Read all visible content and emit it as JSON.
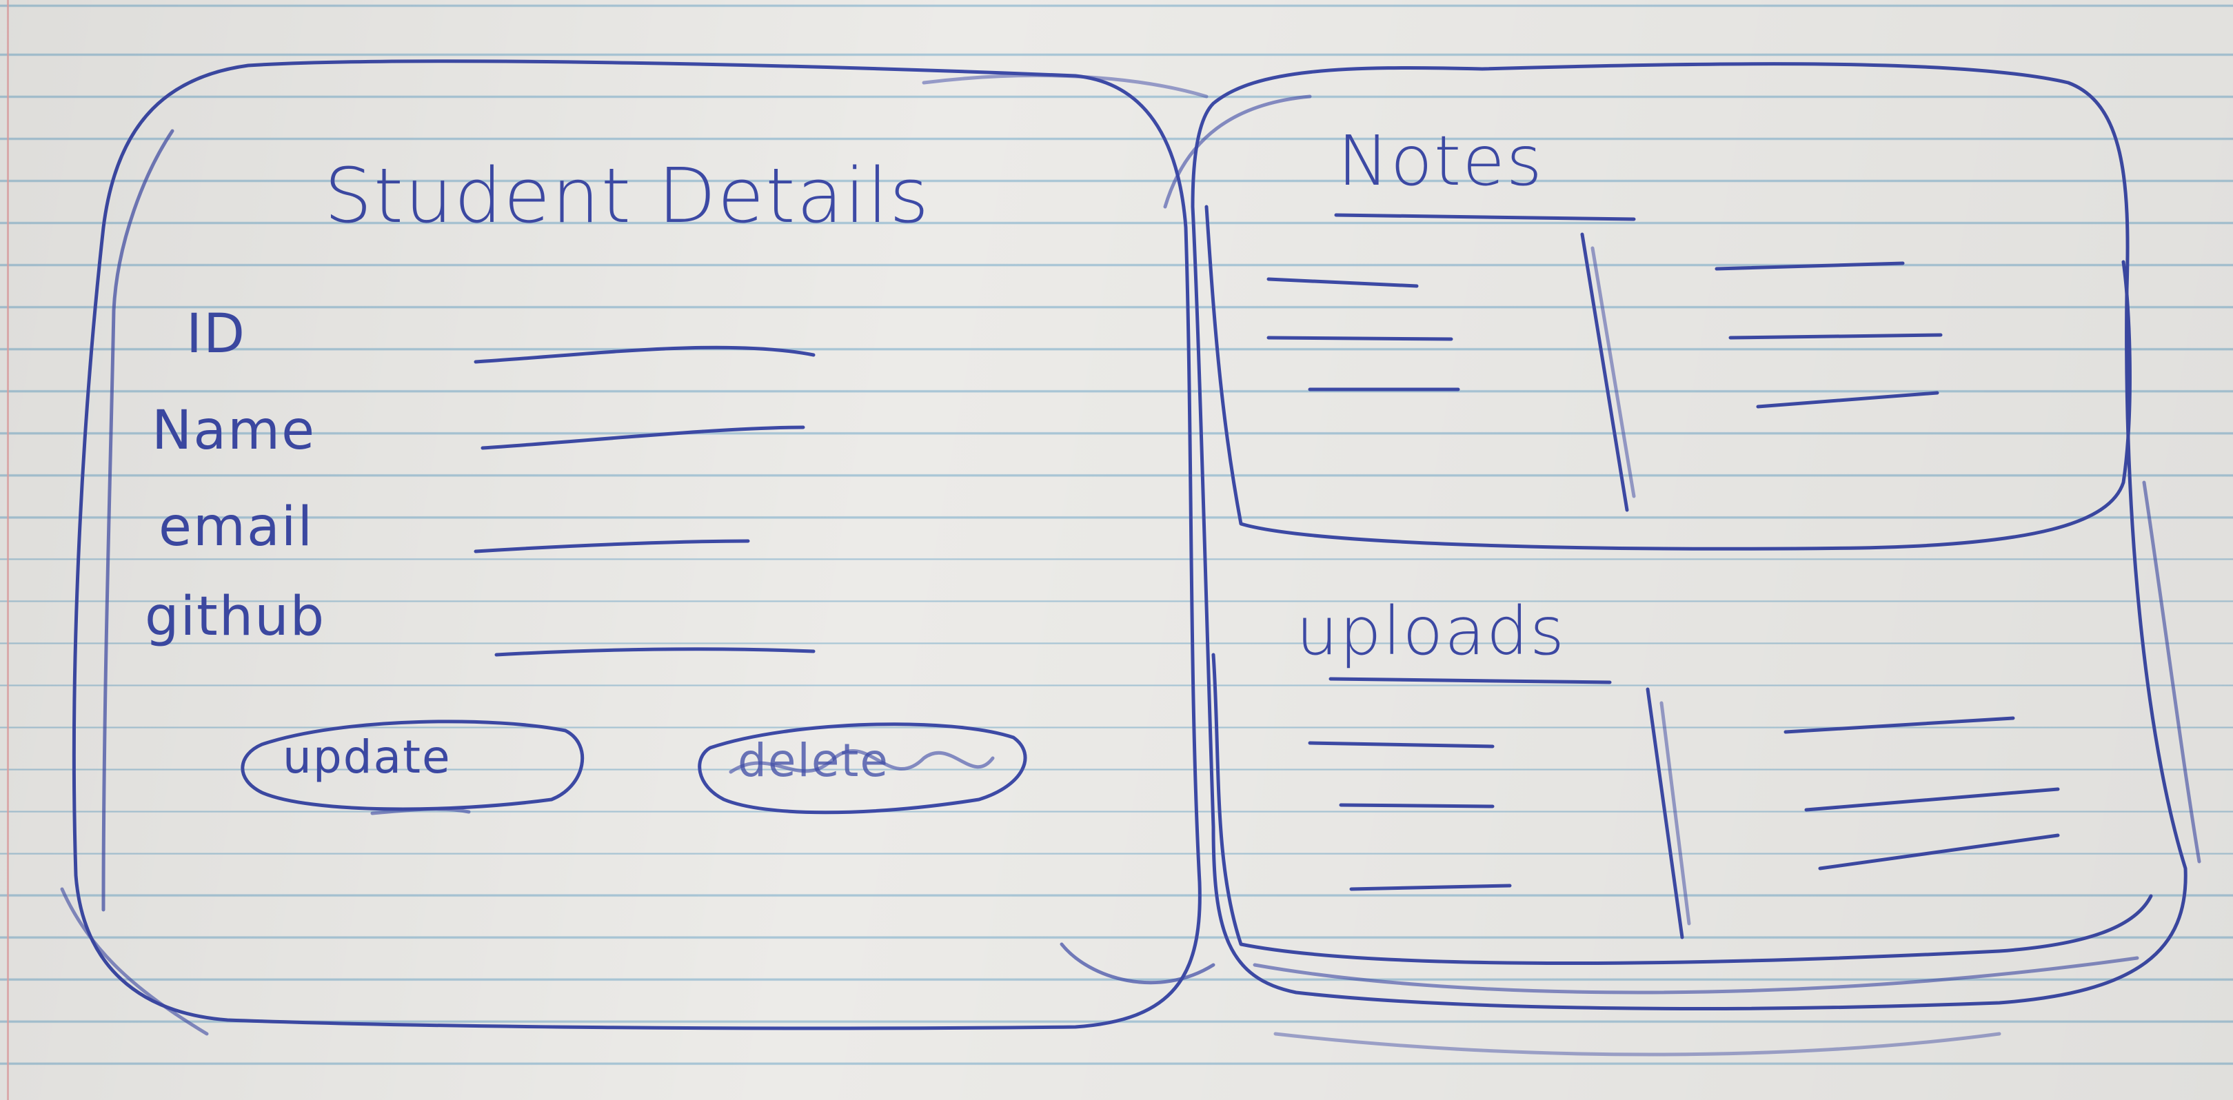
{
  "student_panel": {
    "title": "Student Details",
    "fields": [
      {
        "label": "ID"
      },
      {
        "label": "Name"
      },
      {
        "label": "email"
      },
      {
        "label": "github"
      }
    ],
    "buttons": {
      "update": "update",
      "delete": "delete"
    }
  },
  "notes_panel": {
    "title": "Notes"
  },
  "uploads_panel": {
    "title": "uploads"
  },
  "colors": {
    "ink": "#3d4aa6",
    "paper": "#ecebe8",
    "rule": "#a9c6d6"
  }
}
